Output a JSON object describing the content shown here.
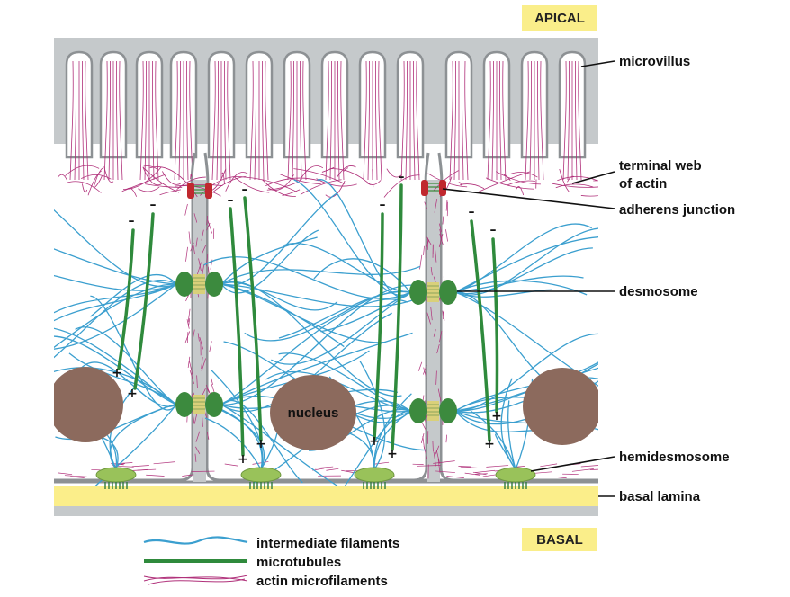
{
  "tags": {
    "apical": "APICAL",
    "basal": "BASAL"
  },
  "labels": {
    "microvillus": "microvillus",
    "terminal_web_1": "terminal web",
    "terminal_web_2": "of actin",
    "adherens": "adherens junction",
    "desmosome": "desmosome",
    "hemidesmosome": "hemidesmosome",
    "basal_lamina": "basal lamina",
    "nucleus": "nucleus"
  },
  "legend": [
    {
      "key": "intermediate",
      "label": "intermediate filaments",
      "color": "#3b9fcf"
    },
    {
      "key": "microtubules",
      "label": "microtubules",
      "color": "#2f8a3c"
    },
    {
      "key": "actin",
      "label": "actin microfilaments",
      "color": "#b0307a"
    }
  ],
  "symbols": {
    "minus": "–",
    "plus": "+"
  },
  "colors": {
    "membrane": "#8d9194",
    "apical_bg": "#c5c9cb",
    "cytoplasm": "#ffffff",
    "lamina": "#fbee8a",
    "nucleus": "#8c6a5d",
    "junction_green": "#3c8a3e",
    "adherens_red": "#c0282e",
    "hemi_green": "#99c25a",
    "tag_bg": "#faee8a"
  }
}
